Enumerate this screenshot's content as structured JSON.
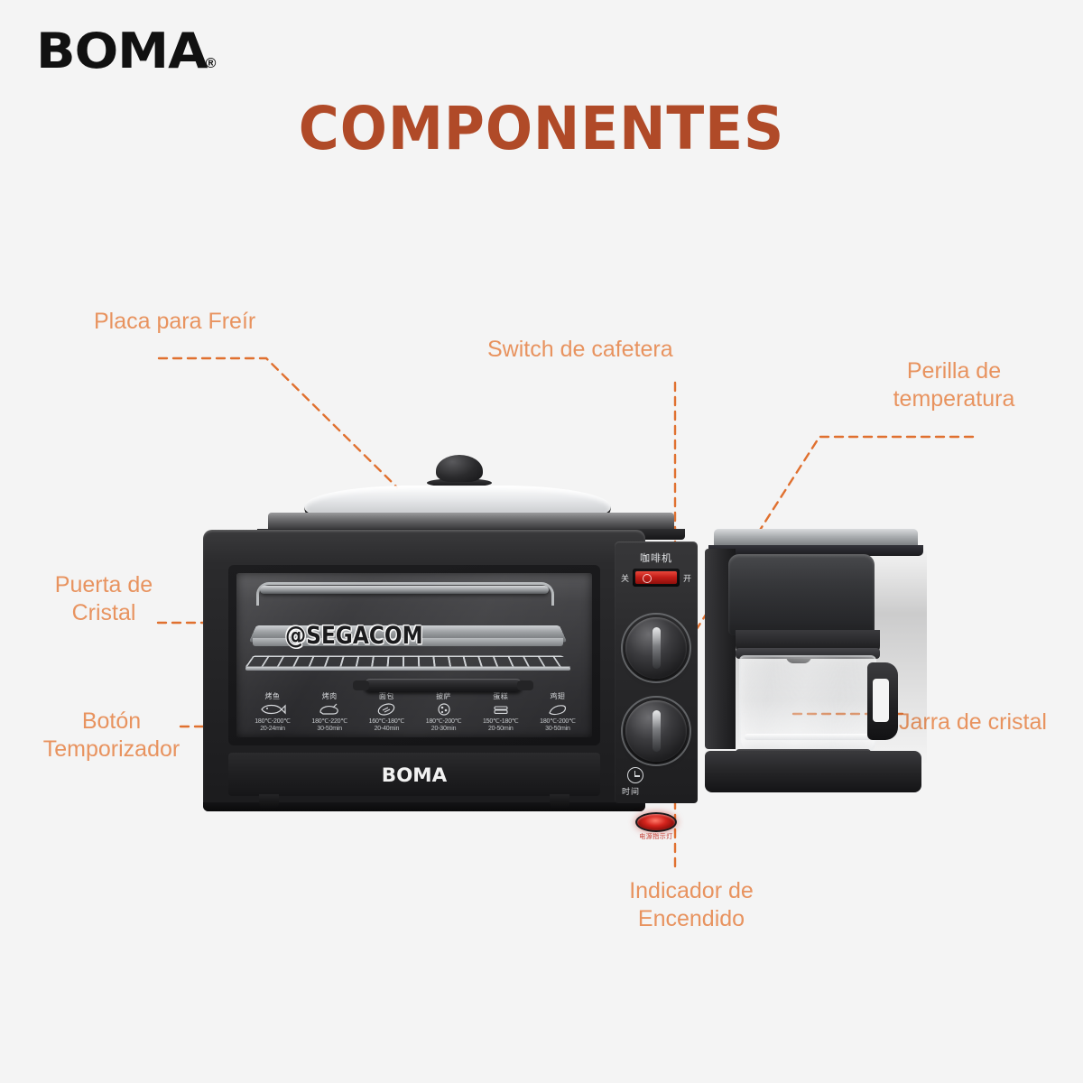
{
  "brand": {
    "wordmark": "BOMA",
    "registered": "®"
  },
  "header": {
    "title": "COMPONENTES",
    "title_color": "#b04a28"
  },
  "theme": {
    "background": "#f4f4f4",
    "label_color": "#e8935f",
    "leader_line_color": "#e0702f"
  },
  "callouts": [
    {
      "id": "placa",
      "label": "Placa para Freír"
    },
    {
      "id": "switch",
      "label": "Switch de cafetera"
    },
    {
      "id": "perilla",
      "label": "Perilla de\ntemperatura"
    },
    {
      "id": "puerta",
      "label": "Puerta de\nCristal"
    },
    {
      "id": "boton",
      "label": "Botón\nTemporizador"
    },
    {
      "id": "jarra",
      "label": "Jarra de cristal"
    },
    {
      "id": "indicador",
      "label": "Indicador de\nEncendido"
    }
  ],
  "product": {
    "watermark": "@SEGACOM",
    "front_badge": "BOMA",
    "control_panel": {
      "coffee_label_cn": "咖啡机",
      "switch_off_cn": "关",
      "switch_on_cn": "开",
      "timer_icon_label_cn": "时间",
      "power_led_label_cn": "电源指示灯"
    },
    "functions": [
      {
        "name_cn": "烤鱼",
        "icon": "fish-icon",
        "temp": "180℃-200℃",
        "time": "20-24min"
      },
      {
        "name_cn": "烤肉",
        "icon": "meat-icon",
        "temp": "180℃-220℃",
        "time": "30-50min"
      },
      {
        "name_cn": "面包",
        "icon": "bread-icon",
        "temp": "160℃-180℃",
        "time": "20-40min"
      },
      {
        "name_cn": "披萨",
        "icon": "pizza-icon",
        "temp": "180℃-200℃",
        "time": "20-30min"
      },
      {
        "name_cn": "蛋糕",
        "icon": "cake-icon",
        "temp": "150℃-180℃",
        "time": "20-50min"
      },
      {
        "name_cn": "鸡翅",
        "icon": "chicken-icon",
        "temp": "180℃-200℃",
        "time": "30-50min"
      }
    ]
  }
}
